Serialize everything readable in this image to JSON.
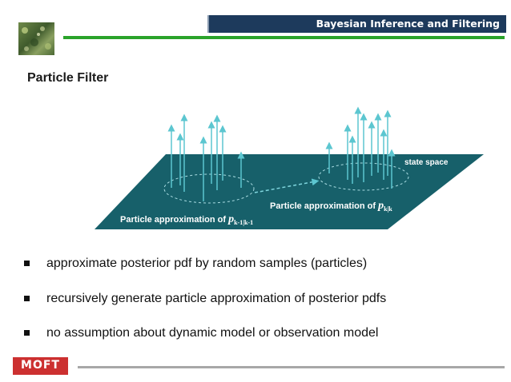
{
  "header": {
    "title": "Bayesian Inference and Filtering"
  },
  "slide": {
    "title": "Particle Filter"
  },
  "diagram": {
    "plane_label": "state space",
    "label_prev_text": "Particle approximation of ",
    "label_prev_sym": "p",
    "label_prev_sub": "k-1|k-1",
    "label_curr_text": "Particle approximation of ",
    "label_curr_sym": "p",
    "label_curr_sub": "k|k",
    "colors": {
      "plane": "#17606a",
      "arrow": "#5cc6d0",
      "text": "#ffffff"
    }
  },
  "bullets": [
    "approximate posterior pdf by random samples (particles)",
    "recursively generate particle approximation of posterior pdfs",
    "no assumption about dynamic model or observation model"
  ],
  "footer": {
    "badge": "MOFT"
  }
}
